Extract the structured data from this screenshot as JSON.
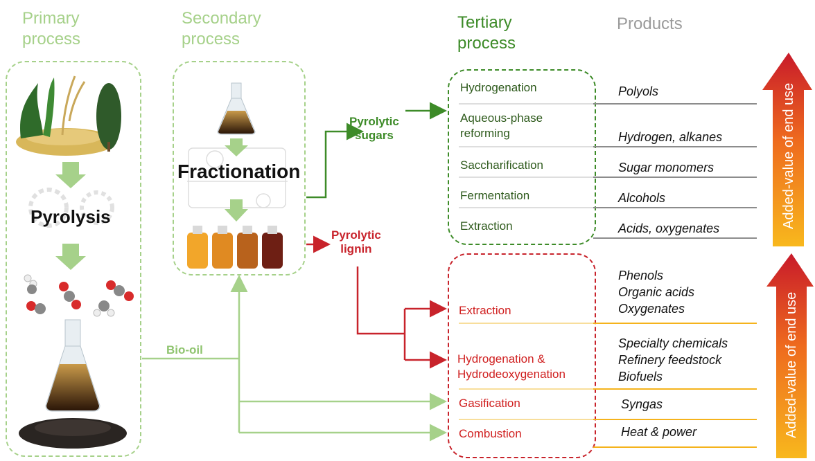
{
  "headers": {
    "primary": [
      "Primary",
      "process"
    ],
    "secondary": [
      "Secondary",
      "process"
    ],
    "tertiary": [
      "Tertiary",
      "process"
    ],
    "products": "Products"
  },
  "primary": {
    "label": "Pyrolysis"
  },
  "secondary": {
    "label": "Fractionation"
  },
  "flows": {
    "sugars": [
      "Pyrolytic",
      "sugars"
    ],
    "lignin": [
      "Pyrolytic",
      "lignin"
    ],
    "biooil": "Bio-oil"
  },
  "sugar_steps": [
    "Hydrogenation",
    "Aqueous-phase",
    "reforming",
    "Saccharification",
    "Fermentation",
    "Extraction"
  ],
  "lignin_steps": [
    "Extraction",
    "Hydrogenation &",
    "Hydrodeoxygenation",
    "Gasification",
    "Combustion"
  ],
  "sugar_products": [
    "Polyols",
    "Hydrogen, alkanes",
    "Sugar monomers",
    "Alcohols",
    "Acids, oxygenates"
  ],
  "lignin_products": [
    "Phenols",
    "Organic acids",
    "Oxygenates",
    "Specialty chemicals",
    "Refinery feedstock",
    "Biofuels",
    "Syngas",
    "Heat & power"
  ],
  "arrow_label": "Added-value of end use",
  "colors": {
    "light_green": "#a6d18a",
    "dark_green": "#3d8b28",
    "red": "#c8232b",
    "orange": "#f5b31c"
  }
}
